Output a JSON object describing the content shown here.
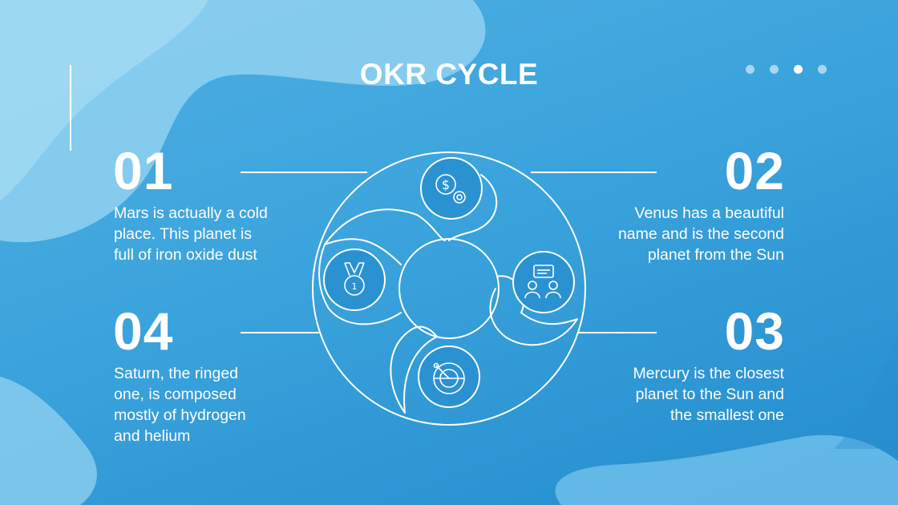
{
  "title": "OKR CYCLE",
  "pagination": {
    "count": 4,
    "active_index": 2
  },
  "steps": [
    {
      "number": "01",
      "text": "Mars is actually a cold place. This planet is full of iron oxide dust",
      "icon": "money-gear-icon"
    },
    {
      "number": "02",
      "text": "Venus has a beautiful name and is the second planet from the Sun",
      "icon": "team-chat-icon"
    },
    {
      "number": "03",
      "text": "Mercury is the closest planet to the Sun and the smallest one",
      "icon": "radar-target-icon"
    },
    {
      "number": "04",
      "text": "Saturn, the ringed one, is composed mostly of hydrogen and helium",
      "icon": "medal-icon"
    }
  ],
  "colors": {
    "background": "#3ba3dc",
    "foreground": "#ffffff",
    "icon_circle": "#2b92d2"
  }
}
